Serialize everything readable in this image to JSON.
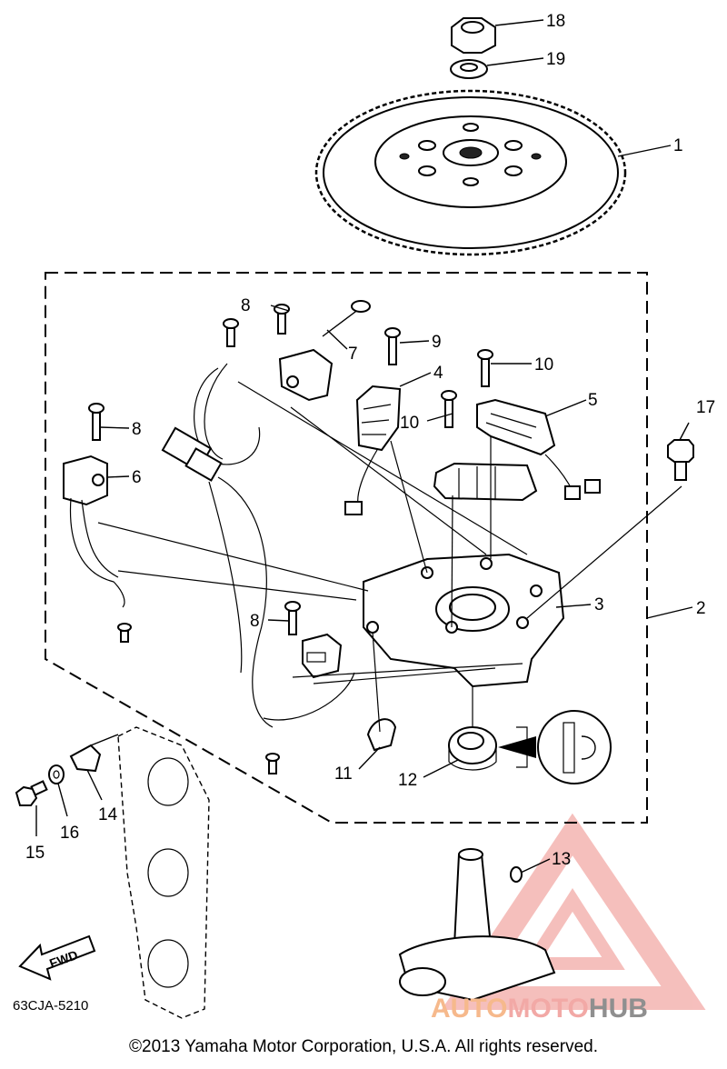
{
  "diagram": {
    "drawing_code": "63CJA-5210",
    "copyright": "©2013 Yamaha Motor Corporation, U.S.A. All rights reserved.",
    "fwd_label": "FWD",
    "callouts": [
      "1",
      "2",
      "3",
      "4",
      "5",
      "6",
      "7",
      "8",
      "8",
      "8",
      "9",
      "10",
      "10",
      "11",
      "12",
      "13",
      "14",
      "15",
      "16",
      "17",
      "18",
      "19"
    ]
  },
  "watermark": {
    "part1": "AUTO",
    "part2": "MOTO",
    "part3": "HUB",
    "colors": {
      "orange": "#f6b98c",
      "red": "#f2a9a6",
      "gray": "#8f8f8f"
    }
  }
}
